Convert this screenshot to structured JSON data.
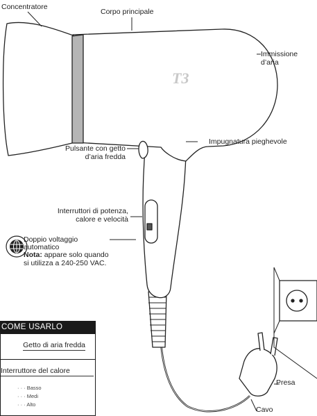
{
  "labels": {
    "concentrator": "Concentratore",
    "main_body": "Corpo principale",
    "air_intake": "Immissione\nd’aria",
    "cool_shot": "Pulsante con getto\nd’aria fredda",
    "handle": "Impugnatura pieghevole",
    "switches": "Interruttori di potenza,\ncalore e velocità",
    "dual_voltage": "Doppio voltaggio\nautomatico",
    "note_bold": "Nota:",
    "note_text": " appare solo quando\nsi utilizza a 240-250 VAC.",
    "plug": "Presa",
    "cord": "Cavo",
    "logo": "T3"
  },
  "panel": {
    "title": "COME USARLO",
    "cool_shot": "Getto di aria fredda",
    "heat_switch": "Interruttore del calore",
    "levels": [
      "· · · Basso",
      "· · · Medi",
      "· · · Alto"
    ]
  },
  "colors": {
    "line": "#222222",
    "band": "#b5b5b5",
    "logo": "#c8c8c8",
    "panel_head": "#1a1a1a"
  }
}
